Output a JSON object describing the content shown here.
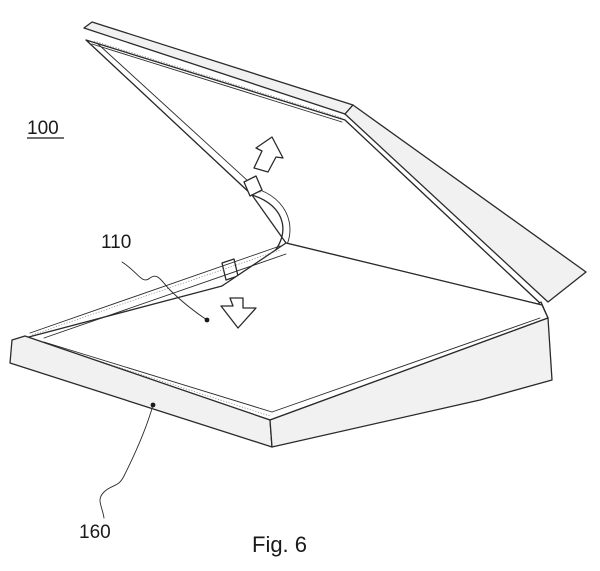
{
  "figure": {
    "caption": "Fig. 6",
    "labels": {
      "device": "100",
      "display": "110",
      "housing": "160"
    }
  }
}
